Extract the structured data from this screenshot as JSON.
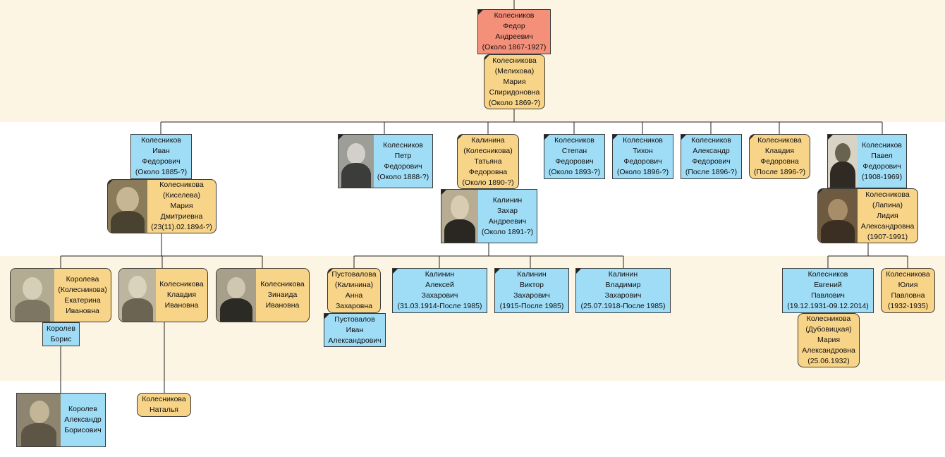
{
  "people": {
    "fedor": {
      "lines": [
        "Колесников",
        "Федор",
        "Андреевич",
        "(Около 1867-1927)"
      ]
    },
    "maria_s": {
      "lines": [
        "Колесникова",
        "(Мелихова)",
        "Мария",
        "Спиридоновна",
        "(Около 1869-?)"
      ]
    },
    "ivan": {
      "lines": [
        "Колесников",
        "Иван",
        "Федорович",
        "(Около 1885-?)"
      ]
    },
    "maria_d": {
      "lines": [
        "Колесникова",
        "(Киселева)",
        "Мария",
        "Дмитриевна",
        "(23(11).02.1894-?)"
      ]
    },
    "petr": {
      "lines": [
        "Колесников",
        "Петр",
        "Федорович",
        "(Около 1888-?)"
      ]
    },
    "tatyana": {
      "lines": [
        "Калинина",
        "(Колесникова)",
        "Татьяна",
        "Федоровна",
        "(Около 1890-?)"
      ]
    },
    "zahar": {
      "lines": [
        "Калинин",
        "Захар",
        "Андреевич",
        "(Около 1891-?)"
      ]
    },
    "stepan": {
      "lines": [
        "Колесников",
        "Степан",
        "Федорович",
        "(Около 1893-?)"
      ]
    },
    "tihon": {
      "lines": [
        "Колесников",
        "Тихон",
        "Федорович",
        "(Около 1896-?)"
      ]
    },
    "aleksandr_f": {
      "lines": [
        "Колесников",
        "Александр",
        "Федорович",
        "(После 1896-?)"
      ]
    },
    "klavdiya_f": {
      "lines": [
        "Колесникова",
        "Клавдия",
        "Федоровна",
        "(После 1896-?)"
      ]
    },
    "pavel": {
      "lines": [
        "Колесников",
        "Павел",
        "Федорович",
        "(1908-1969)"
      ]
    },
    "lidiya": {
      "lines": [
        "Колесникова",
        "(Лапина)",
        "Лидия",
        "Александровна",
        "(1907-1991)"
      ]
    },
    "ekaterina": {
      "lines": [
        "Королева",
        "(Колесникова)",
        "Екатерина",
        "Ивановна"
      ]
    },
    "boris": {
      "lines": [
        "Королев",
        "Борис"
      ]
    },
    "klavdiya_i": {
      "lines": [
        "Колесникова",
        "Клавдия",
        "Ивановна"
      ]
    },
    "zinaida": {
      "lines": [
        "Колесникова",
        "Зинаида",
        "Ивановна"
      ]
    },
    "anna": {
      "lines": [
        "Пустовалова",
        "(Калинина)",
        "Анна",
        "Захаровна"
      ]
    },
    "ivan_p": {
      "lines": [
        "Пустовалов",
        "Иван",
        "Александрович"
      ]
    },
    "aleksei": {
      "lines": [
        "Калинин",
        "Алексей",
        "Захарович",
        "(31.03.1914-После 1985)"
      ]
    },
    "viktor": {
      "lines": [
        "Калинин",
        "Виктор",
        "Захарович",
        "(1915-После 1985)"
      ]
    },
    "vladimir": {
      "lines": [
        "Калинин",
        "Владимир",
        "Захарович",
        "(25.07.1918-После 1985)"
      ]
    },
    "evgeniy": {
      "lines": [
        "Колесников",
        "Евгений",
        "Павлович",
        "(19.12.1931-09.12.2014)"
      ]
    },
    "yuliya": {
      "lines": [
        "Колесникова",
        "Юлия",
        "Павловна",
        "(1932-1935)"
      ]
    },
    "maria_a": {
      "lines": [
        "Колесникова",
        "(Дубовицкая)",
        "Мария",
        "Александровна",
        "(25.06.1932)"
      ]
    },
    "aleksandr_b": {
      "lines": [
        "Королев",
        "Александр",
        "Борисович"
      ]
    },
    "natalya": {
      "lines": [
        "Колесникова",
        "Наталья"
      ]
    }
  },
  "colors": {
    "male": "#9fdcf6",
    "female": "#f8d488",
    "root": "#f4907a",
    "band": "#fdf5e4",
    "line": "#222222"
  }
}
